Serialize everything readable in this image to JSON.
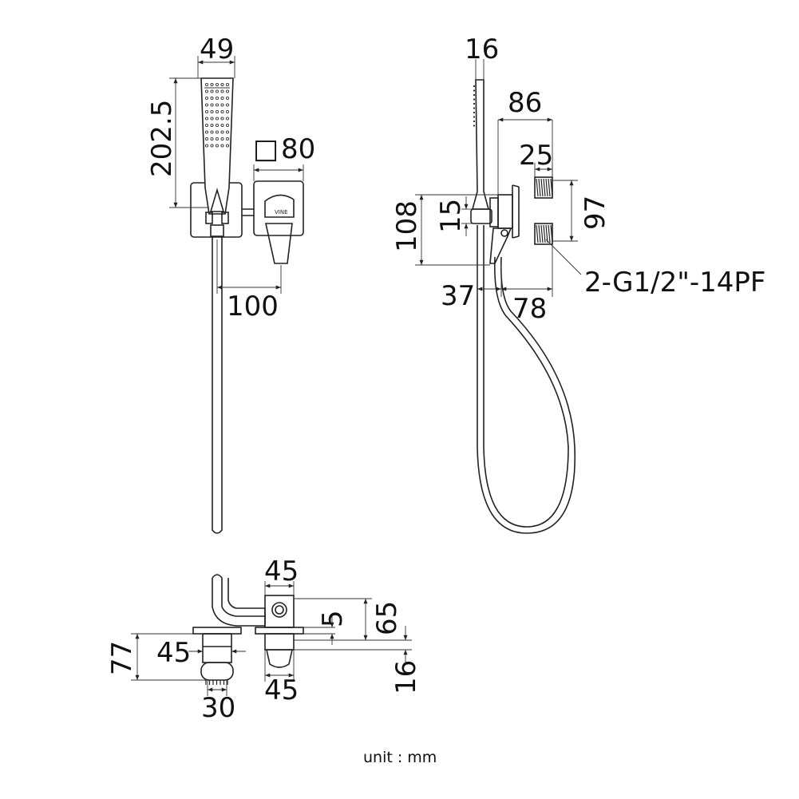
{
  "dimensions": {
    "handshower_width": "49",
    "handshower_length": "202.5",
    "plate_size_prefix": "□",
    "plate_size": "80",
    "center_distance": "100",
    "side_depth": "16",
    "wall_to_front": "86",
    "outlet_offset": "25",
    "side_height": "108",
    "small_offset": "15",
    "thread_spacing": "97",
    "thread_spec": "2-G1/2\"-14PF",
    "hose_offset": "37",
    "body_depth": "78",
    "top_handle_width": "45",
    "top_small": "5",
    "top_height": "65",
    "top_depth": "77",
    "top_holder_width": "45",
    "top_bottom_width": "45",
    "top_head_width": "30",
    "top_thread": "16"
  },
  "unit_label": "unit : mm"
}
